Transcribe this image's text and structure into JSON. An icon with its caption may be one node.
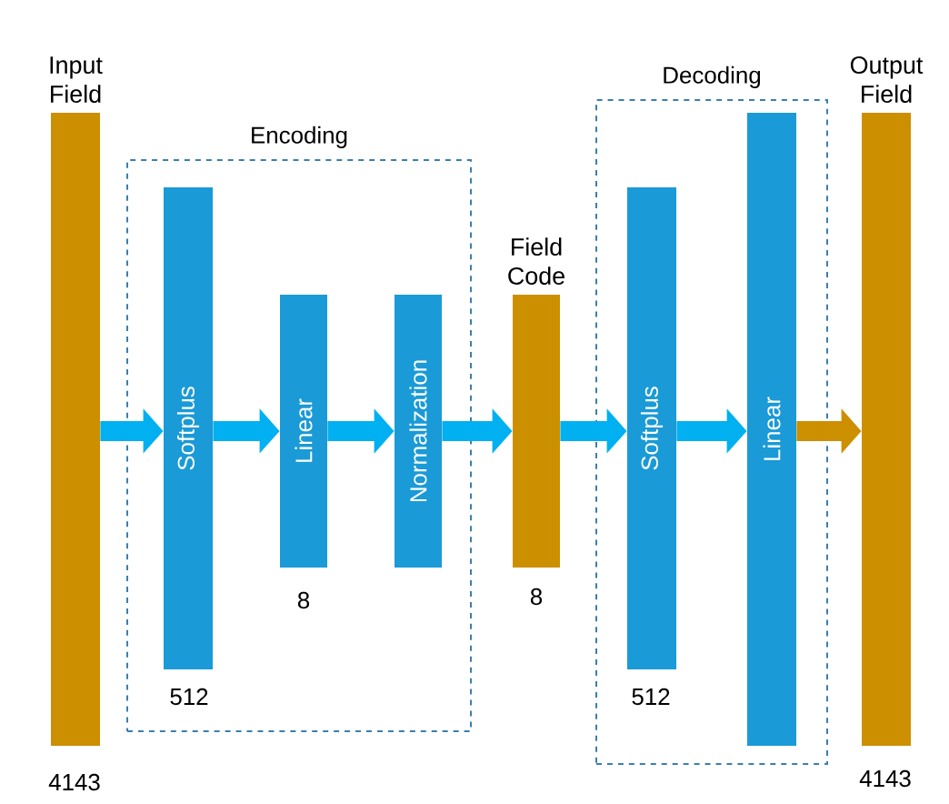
{
  "diagram": {
    "nodes": [
      {
        "text": [
          "Input Field"
        ],
        "beside": [
          "4143"
        ]
      },
      {
        "text": [
          "Encoding"
        ]
      },
      {
        "text": [
          "Softplus"
        ],
        "beside": [
          "512"
        ],
        "in": 1
      },
      {
        "text": [
          "Linear"
        ],
        "beside": [
          "8"
        ],
        "in": 1
      },
      {
        "text": [
          "Normalization"
        ],
        "in": 1
      },
      {
        "text": [
          "Field Code"
        ],
        "beside": [
          "8"
        ]
      },
      {
        "text": [
          "Decoding"
        ]
      },
      {
        "text": [
          "Softplus"
        ],
        "beside": [
          "512"
        ],
        "in": 6
      },
      {
        "text": [
          "Linear"
        ],
        "in": 6
      },
      {
        "text": [
          "Output Field"
        ],
        "beside": [
          "4143"
        ]
      }
    ],
    "edges": [
      {
        "from": 0,
        "to": 2,
        "arrow": "to"
      },
      {
        "from": 2,
        "to": 3,
        "arrow": "to"
      },
      {
        "from": 3,
        "to": 4,
        "arrow": "to"
      },
      {
        "from": 4,
        "to": 5,
        "arrow": "to"
      },
      {
        "from": 5,
        "to": 7,
        "arrow": "to"
      },
      {
        "from": 7,
        "to": 8,
        "arrow": "to"
      },
      {
        "from": 8,
        "to": 9,
        "arrow": "to",
        "color": "#cc8f00"
      }
    ]
  }
}
